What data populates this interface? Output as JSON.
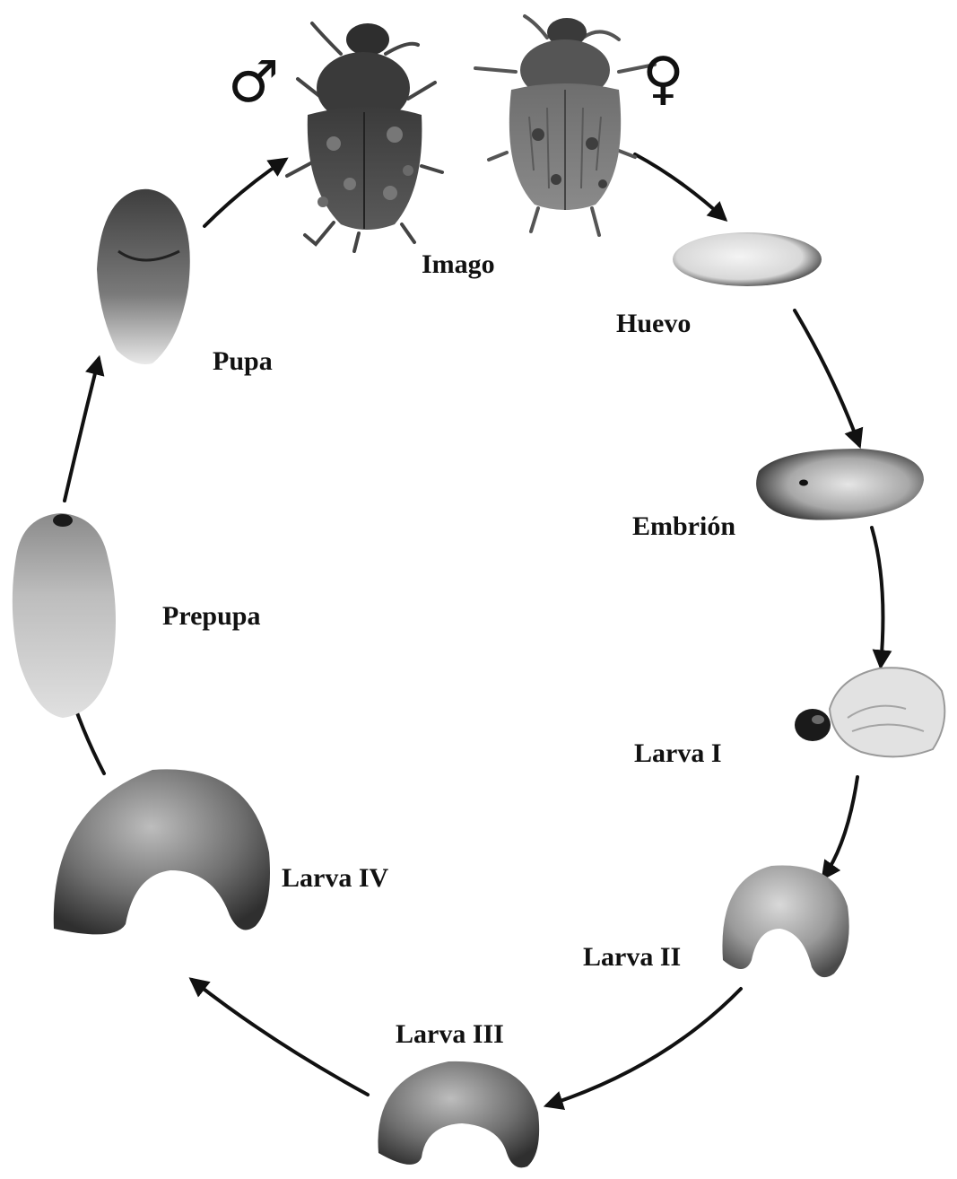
{
  "symbols": {
    "male": "♂",
    "female": "♀"
  },
  "stages": {
    "imago": "Imago",
    "huevo": "Huevo",
    "embrion": "Embrión",
    "larva1": "Larva I",
    "larva2": "Larva II",
    "larva3": "Larva III",
    "larva4": "Larva IV",
    "prepupa": "Prepupa",
    "pupa": "Pupa"
  }
}
